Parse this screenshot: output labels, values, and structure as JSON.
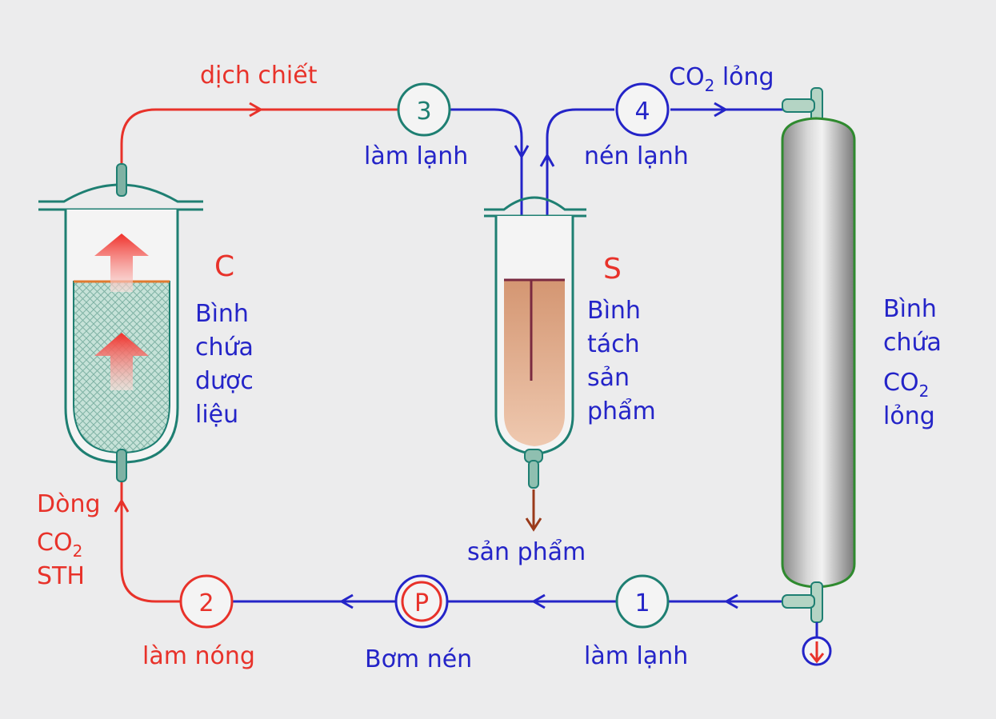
{
  "colors": {
    "background": "#ececed",
    "cold_line": "#2424c8",
    "hot_line": "#e8322a",
    "vessel_outline": "#1e7f72",
    "co2_tank_outline": "#2f8a2f",
    "product_fill": "#d9a07a",
    "packing_fill": "#b6d7cc"
  },
  "vessels": {
    "C": {
      "letter": "C",
      "caption": [
        "Bình",
        "chứa",
        "dược",
        "liệu"
      ]
    },
    "S": {
      "letter": "S",
      "caption": [
        "Bình",
        "tách",
        "sản",
        "phẩm"
      ]
    },
    "tank": {
      "caption_line1": "Bình",
      "caption_line2": "chứa",
      "caption_co": "CO",
      "caption_sub": "2",
      "caption_line4": "lỏng"
    }
  },
  "nodes": {
    "n1": {
      "label": "1",
      "caption": "làm lạnh"
    },
    "n2": {
      "label": "2",
      "caption": "làm nóng"
    },
    "n3": {
      "label": "3",
      "caption": "làm lạnh"
    },
    "n4": {
      "label": "4",
      "caption": "nén lạnh"
    },
    "pump": {
      "label": "P",
      "caption": "Bơm nén"
    }
  },
  "flow_labels": {
    "extract": "dịch chiết",
    "liquid_co2_prefix": "CO",
    "liquid_co2_sub": "2",
    "liquid_co2_suffix": " lỏng",
    "product": "sản phẩm",
    "stream_line1": "Dòng",
    "stream_co": "CO",
    "stream_sub": "2",
    "stream_line3": "STH"
  },
  "icons": {
    "drain": "down-arrow-in-circle-icon",
    "flow": "heat-flow-arrow-icon"
  }
}
